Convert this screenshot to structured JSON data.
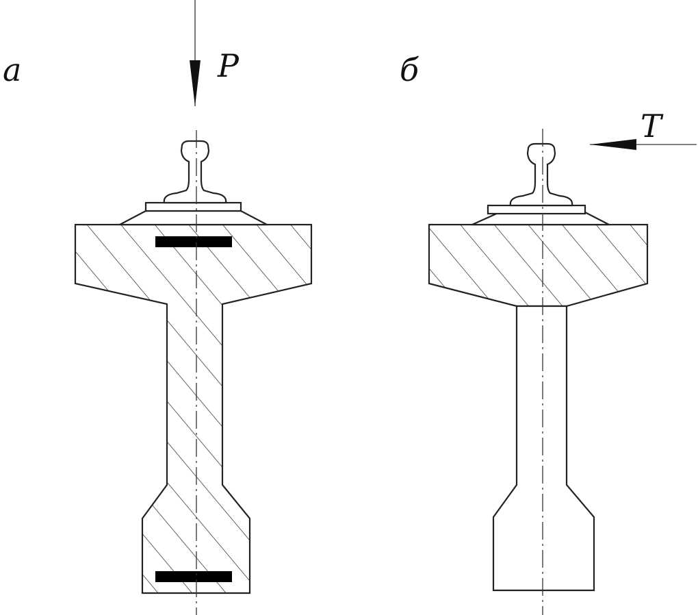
{
  "figure_labels": {
    "panel_a": "а",
    "panel_b": "б",
    "vertical_force": "P",
    "horizontal_force": "T"
  },
  "colors": {
    "ink": "#222222",
    "background": "#ffffff",
    "rebar": "#000000"
  }
}
